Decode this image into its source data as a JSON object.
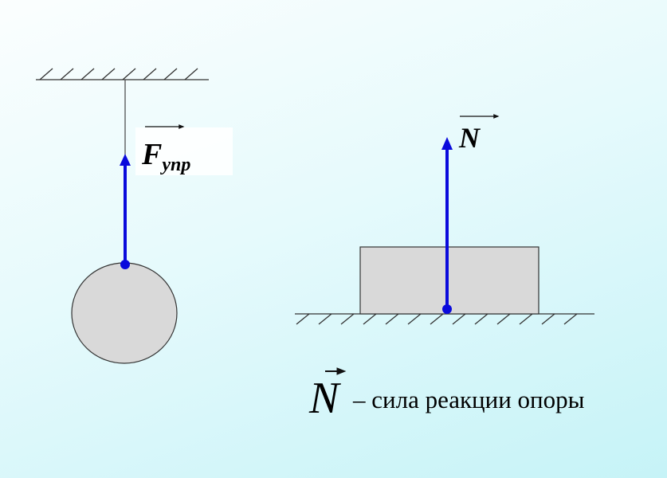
{
  "left_diagram": {
    "force_symbol": "F",
    "force_subscript": "упр"
  },
  "right_diagram": {
    "force_symbol": "N"
  },
  "caption": {
    "symbol": "N",
    "text": "– сила реакции опоры"
  },
  "colors": {
    "force_arrow": "#0a0adc",
    "body_fill": "#d9d9d9",
    "line": "#333333"
  }
}
